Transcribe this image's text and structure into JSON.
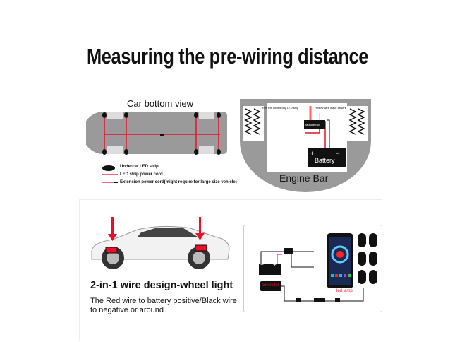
{
  "title": "Measuring the pre-wiring distance",
  "car_bottom": {
    "title": "Car bottom view",
    "legend": [
      "Undercar LED strip",
      "LED strip power cord",
      "Extension power cord(might require for large size vehicle)"
    ]
  },
  "engine_bar": {
    "label": "Engine Bar",
    "from_label": "from the underbody LED strip",
    "yellow_label": "Yellow wire leave absent",
    "module_label": "Module Box",
    "battery_label": "Battery",
    "plus": "+",
    "minus": "−"
  },
  "wheel_light": {
    "title": "2-in-1 wire design-wheel light",
    "description": "The Red wire to battery positive/Black wire to negative or around"
  },
  "wiring": {
    "controller_label": "controller",
    "lamp_label": "led lamp",
    "plus": "+",
    "minus": "−"
  },
  "colors": {
    "red": "#e8102a",
    "gray": "#9a9a9a"
  }
}
